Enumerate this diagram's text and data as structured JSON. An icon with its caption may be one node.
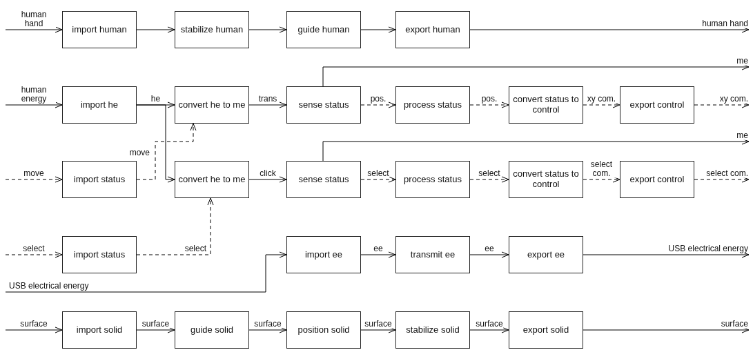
{
  "diagram": {
    "nodes": [
      {
        "text": [
          "import human"
        ]
      },
      {
        "text": [
          "stabilize human"
        ]
      },
      {
        "text": [
          "guide human"
        ]
      },
      {
        "text": [
          "export human"
        ]
      },
      {
        "text": [
          "import he"
        ]
      },
      {
        "text": [
          "convert he to me"
        ]
      },
      {
        "text": [
          "sense status"
        ]
      },
      {
        "text": [
          "process status"
        ]
      },
      {
        "text": [
          "convert status to control"
        ]
      },
      {
        "text": [
          "export control"
        ]
      },
      {
        "text": [
          "import status"
        ]
      },
      {
        "text": [
          "convert he to me"
        ]
      },
      {
        "text": [
          "sense status"
        ]
      },
      {
        "text": [
          "process status"
        ]
      },
      {
        "text": [
          "convert status to control"
        ]
      },
      {
        "text": [
          "export control"
        ]
      },
      {
        "text": [
          "import status"
        ]
      },
      {
        "text": [
          "import ee"
        ]
      },
      {
        "text": [
          "transmit ee"
        ]
      },
      {
        "text": [
          "export ee"
        ]
      },
      {
        "text": [
          "import solid"
        ]
      },
      {
        "text": [
          "guide solid"
        ]
      },
      {
        "text": [
          "position solid"
        ]
      },
      {
        "text": [
          "stabilize solid"
        ]
      },
      {
        "text": [
          "export solid"
        ]
      }
    ],
    "edges": [
      {
        "from": null,
        "to": 0,
        "arrow": "to",
        "label": "human hand"
      },
      {
        "from": 0,
        "to": 1,
        "arrow": "to"
      },
      {
        "from": 1,
        "to": 2,
        "arrow": "to"
      },
      {
        "from": 2,
        "to": 3,
        "arrow": "to"
      },
      {
        "from": 3,
        "to": null,
        "arrow": "to",
        "label": "human hand"
      },
      {
        "from": null,
        "to": 4,
        "arrow": "to",
        "label": "human energy"
      },
      {
        "from": 4,
        "to": 5,
        "arrow": "to",
        "label": "he"
      },
      {
        "from": 4,
        "to": 11,
        "arrow": "to"
      },
      {
        "from": 10,
        "to": 5,
        "arrow": "to",
        "label": "move",
        "style": "dashed"
      },
      {
        "from": 5,
        "to": 6,
        "arrow": "to",
        "label": "trans"
      },
      {
        "from": 6,
        "to": null,
        "arrow": "to",
        "label": "me"
      },
      {
        "from": 6,
        "to": 7,
        "arrow": "to",
        "label": "pos.",
        "style": "dashed"
      },
      {
        "from": 7,
        "to": 8,
        "arrow": "to",
        "label": "pos.",
        "style": "dashed"
      },
      {
        "from": 8,
        "to": 9,
        "arrow": "to",
        "label": "xy com.",
        "style": "dashed"
      },
      {
        "from": 9,
        "to": null,
        "arrow": "to",
        "label": "xy com.",
        "style": "dashed"
      },
      {
        "from": null,
        "to": 10,
        "arrow": "to",
        "label": "move",
        "style": "dashed"
      },
      {
        "from": 11,
        "to": 12,
        "arrow": "to",
        "label": "click"
      },
      {
        "from": 12,
        "to": null,
        "arrow": "to",
        "label": "me"
      },
      {
        "from": 12,
        "to": 13,
        "arrow": "to",
        "label": "select",
        "style": "dashed"
      },
      {
        "from": 13,
        "to": 14,
        "arrow": "to",
        "label": "select",
        "style": "dashed"
      },
      {
        "from": 14,
        "to": 15,
        "arrow": "to",
        "label": "select com.",
        "style": "dashed"
      },
      {
        "from": 15,
        "to": null,
        "arrow": "to",
        "label": "select com.",
        "style": "dashed"
      },
      {
        "from": null,
        "to": 16,
        "arrow": "to",
        "label": "select",
        "style": "dashed"
      },
      {
        "from": 16,
        "to": 11,
        "arrow": "to",
        "label": "select",
        "style": "dashed"
      },
      {
        "from": null,
        "to": 17,
        "arrow": "to",
        "label": "USB electrical energy"
      },
      {
        "from": 17,
        "to": 18,
        "arrow": "to",
        "label": "ee"
      },
      {
        "from": 18,
        "to": 19,
        "arrow": "to",
        "label": "ee"
      },
      {
        "from": 19,
        "to": null,
        "arrow": "to",
        "label": "USB electrical energy"
      },
      {
        "from": null,
        "to": 20,
        "arrow": "to",
        "label": "surface"
      },
      {
        "from": 20,
        "to": 21,
        "arrow": "to",
        "label": "surface"
      },
      {
        "from": 21,
        "to": 22,
        "arrow": "to",
        "label": "surface"
      },
      {
        "from": 22,
        "to": 23,
        "arrow": "to",
        "label": "surface"
      },
      {
        "from": 23,
        "to": 24,
        "arrow": "to",
        "label": "surface"
      },
      {
        "from": 24,
        "to": null,
        "arrow": "to",
        "label": "surface"
      }
    ]
  }
}
